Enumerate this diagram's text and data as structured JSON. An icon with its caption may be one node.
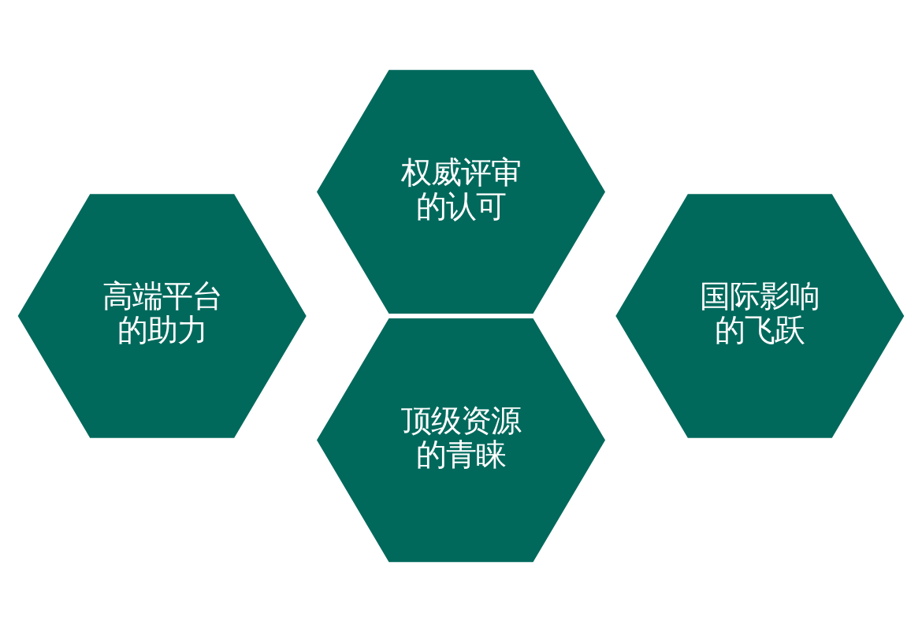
{
  "diagram": {
    "nodes": [
      {
        "text": [
          "权威评审的认可"
        ]
      },
      {
        "text": [
          "高端平台的助力"
        ]
      },
      {
        "text": [
          "国际影响的飞跃"
        ]
      },
      {
        "text": [
          "顶级资源的青睐"
        ]
      }
    ]
  }
}
